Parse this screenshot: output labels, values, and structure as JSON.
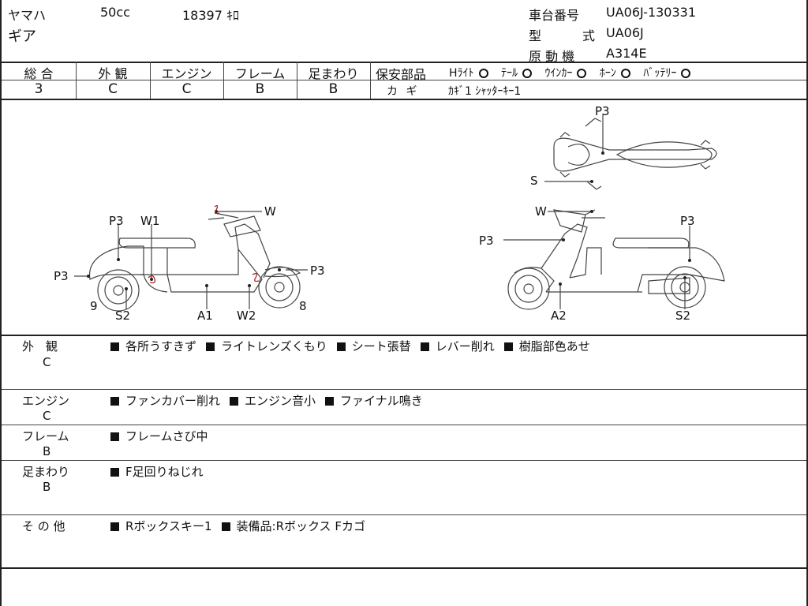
{
  "header": {
    "maker": "ヤマハ",
    "displacement": "50cc",
    "mileage": "18397 ｷﾛ",
    "model_name": "ギア",
    "frame_no_label": "車台番号",
    "frame_no": "UA06J-130331",
    "model_label_1": "型",
    "model_label_2": "式",
    "model_code": "UA06J",
    "engine_label": "原 動 機",
    "engine_code": "A314E"
  },
  "grades": {
    "columns": [
      {
        "label": "総 合",
        "value": "3"
      },
      {
        "label": "外 観",
        "value": "C"
      },
      {
        "label": "エンジン",
        "value": "C"
      },
      {
        "label": "フレーム",
        "value": "B"
      },
      {
        "label": "足まわり",
        "value": "B"
      }
    ],
    "safety_label": "保安部品",
    "safety_items": [
      {
        "label": "Hﾗｲﾄ",
        "status": "o"
      },
      {
        "label": "ﾃｰﾙ",
        "status": "o"
      },
      {
        "label": "ｳｲﾝｶｰ",
        "status": "o"
      },
      {
        "label": "ﾎｰﾝ",
        "status": "o"
      },
      {
        "label": "ﾊﾞｯﾃﾘｰ",
        "status": "o"
      }
    ],
    "key_label": "カ ギ",
    "key_value": "ｶｷﾞ1 ｼｬｯﾀｰｷｰ1"
  },
  "diagram": {
    "labels": {
      "p3": "P3",
      "w": "W",
      "w1": "W1",
      "w2": "W2",
      "s": "S",
      "s2": "S2",
      "a1": "A1",
      "a2": "A2",
      "n9": "9",
      "n8": "8"
    }
  },
  "sections": [
    {
      "title": "外　観",
      "grade": "C",
      "items": [
        "各所うすきず",
        "ライトレンズくもり",
        "シート張替",
        "レバー削れ",
        "樹脂部色あせ"
      ]
    },
    {
      "title": "エンジン",
      "grade": "C",
      "items": [
        "ファンカバー削れ",
        "エンジン音小",
        "ファイナル鳴き"
      ]
    },
    {
      "title": "フレーム",
      "grade": "B",
      "items": [
        "フレームさび中"
      ]
    },
    {
      "title": "足まわり",
      "grade": "B",
      "items": [
        "F足回りねじれ"
      ]
    },
    {
      "title": "そ の 他",
      "grade": "",
      "items": [
        "Rボックスキー1",
        "装備品:Rボックス Fカゴ"
      ]
    }
  ],
  "colors": {
    "line": "#444444",
    "damage_mark": "#b22222"
  }
}
